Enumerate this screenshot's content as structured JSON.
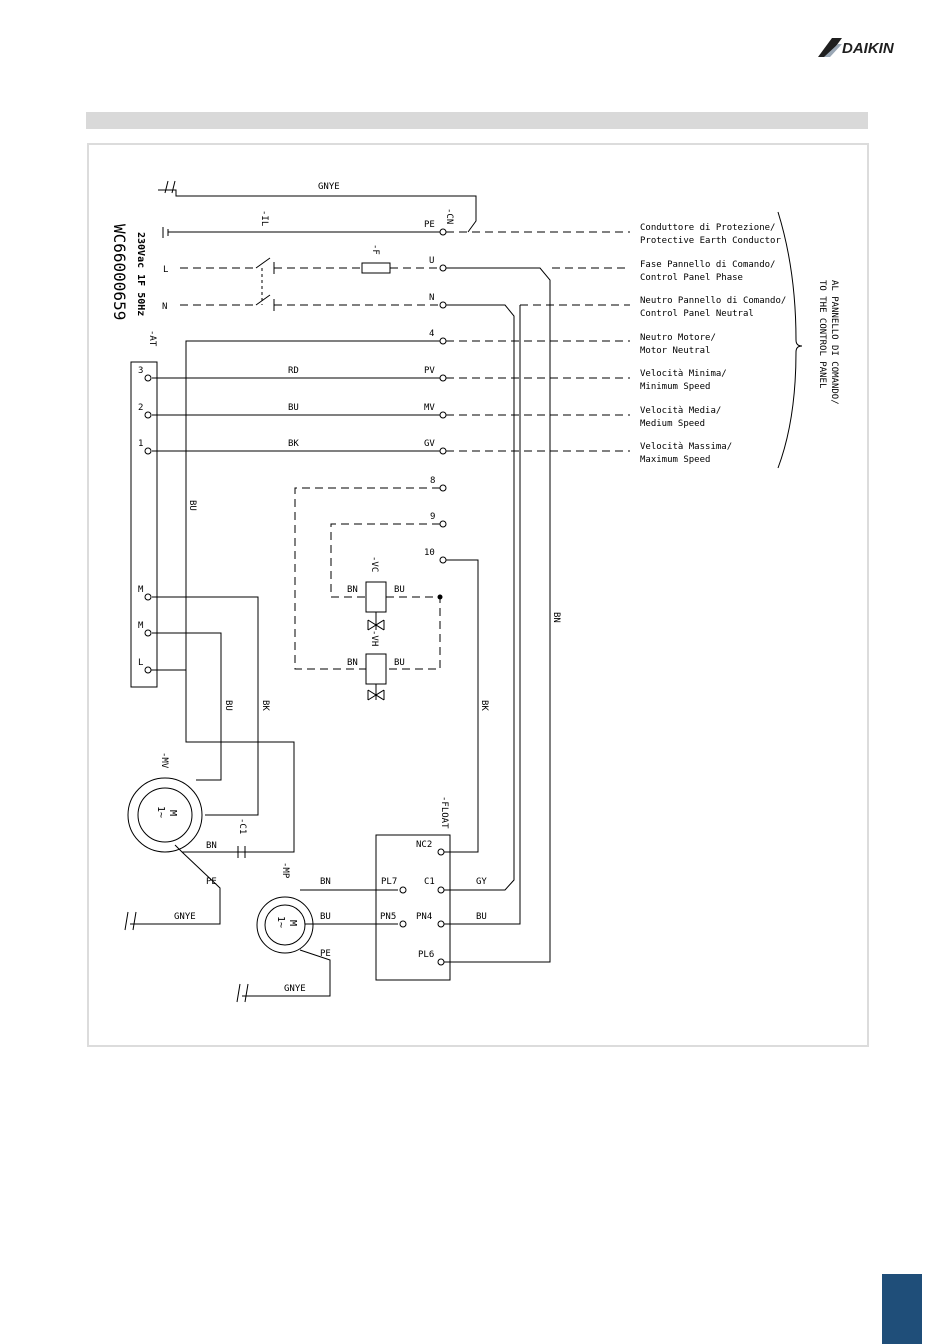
{
  "brand": {
    "name": "DAIKIN",
    "color": "#1f1f1f"
  },
  "colors": {
    "band": "#d9d9d9",
    "frame": "#dcdcdc",
    "tab": "#1f4e79"
  },
  "header": {
    "power": "230Vac 1F 50Hz",
    "drawing_code": "WC66000659"
  },
  "top_ground_label": "GNYE",
  "supply": {
    "pe": "⏚",
    "l": "L",
    "n": "N"
  },
  "components": {
    "switch": "-IL",
    "fuse": "-F",
    "connector": "-CN",
    "terminal_block": "-AT",
    "fan_motor": "-MV",
    "capacitor": "-C1",
    "pump_motor": "-MP",
    "float": "-FLOAT",
    "valve_cool": "-VC",
    "valve_heat": "-VH",
    "motor_symbol": "M",
    "motor_phase": "1~"
  },
  "connector_pins": {
    "pe": "PE",
    "u": "U",
    "n": "N",
    "p4": "4",
    "pv": "PV",
    "mv": "MV",
    "gv": "GV",
    "p8": "8",
    "p9": "9",
    "p10": "10"
  },
  "at_terminals": {
    "t3": "3",
    "t2": "2",
    "t1": "1",
    "m1": "M",
    "m2": "M",
    "l": "L"
  },
  "wires": {
    "rd": "RD",
    "bu": "BU",
    "bk": "BK",
    "bn": "BN",
    "gy": "GY",
    "pe": "PE",
    "gnye": "GNYE"
  },
  "float_pins": {
    "nc2": "NC2",
    "c1": "C1",
    "pn4": "PN4",
    "pl6": "PL6",
    "pl7": "PL7",
    "pn5": "PN5"
  },
  "descriptions": [
    {
      "it": "Conduttore di Protezione/",
      "en": "Protective Earth Conductor"
    },
    {
      "it": "Fase Pannello di Comando/",
      "en": "Control Panel Phase"
    },
    {
      "it": "Neutro Pannello di Comando/",
      "en": "Control Panel Neutral"
    },
    {
      "it": "Neutro Motore/",
      "en": "Motor Neutral"
    },
    {
      "it": "Velocità Minima/",
      "en": "Minimum Speed"
    },
    {
      "it": "Velocità Media/",
      "en": "Medium Speed"
    },
    {
      "it": "Velocità Massima/",
      "en": "Maximum Speed"
    }
  ],
  "control_panel_note": {
    "line1": "AL PANNELLO DI COMANDO/",
    "line2": "TO THE CONTROL PANEL"
  }
}
